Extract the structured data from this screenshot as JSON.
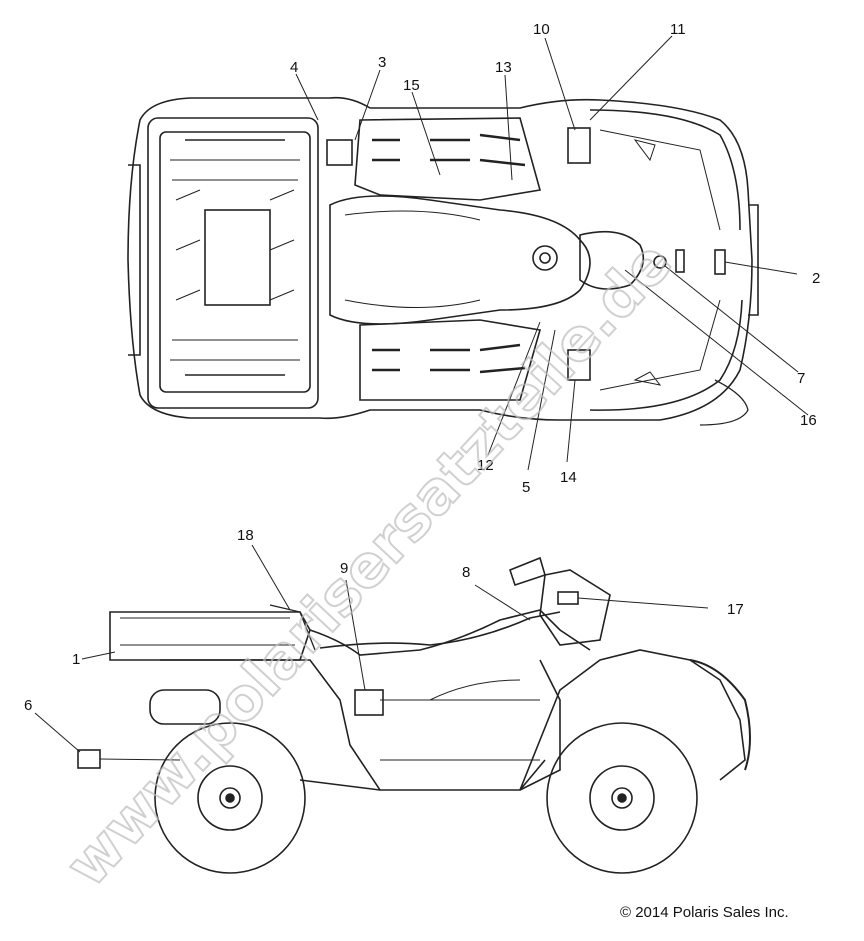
{
  "callouts": {
    "c1": "1",
    "c2": "2",
    "c3": "3",
    "c4": "4",
    "c5": "5",
    "c6": "6",
    "c7": "7",
    "c8": "8",
    "c9": "9",
    "c10": "10",
    "c11": "11",
    "c12": "12",
    "c13": "13",
    "c14": "14",
    "c15": "15",
    "c16": "16",
    "c17": "17",
    "c18": "18"
  },
  "watermark": "www.polarisersatzteile.de",
  "copyright": "© 2014 Polaris Sales Inc."
}
